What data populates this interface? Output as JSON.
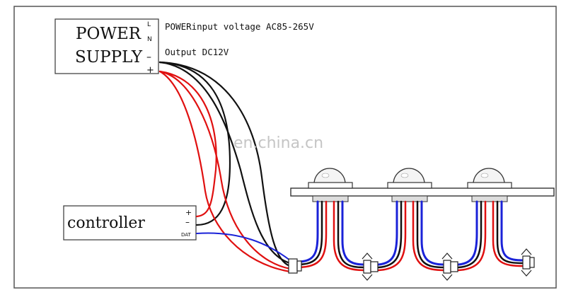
{
  "power_supply": {
    "line1": "POWER",
    "line2": "SUPPLY",
    "terminal_l": "L",
    "terminal_n": "N",
    "terminal_minus": "–",
    "terminal_plus": "+"
  },
  "annotations": {
    "input_voltage": "POWERinput voltage AC85-265V",
    "output": "Output DC12V"
  },
  "controller": {
    "label": "controller",
    "terminal_plus": "+",
    "terminal_minus": "–",
    "terminal_dat": "DAT"
  },
  "watermark": "en.china.cn",
  "colors": {
    "red_wire": "#e01010",
    "black_wire": "#111111",
    "blue_wire": "#1a22d8",
    "frame": "#555555"
  },
  "icons": {
    "lamp": "dome-led-module-icon",
    "connector": "wire-connector-icon"
  }
}
